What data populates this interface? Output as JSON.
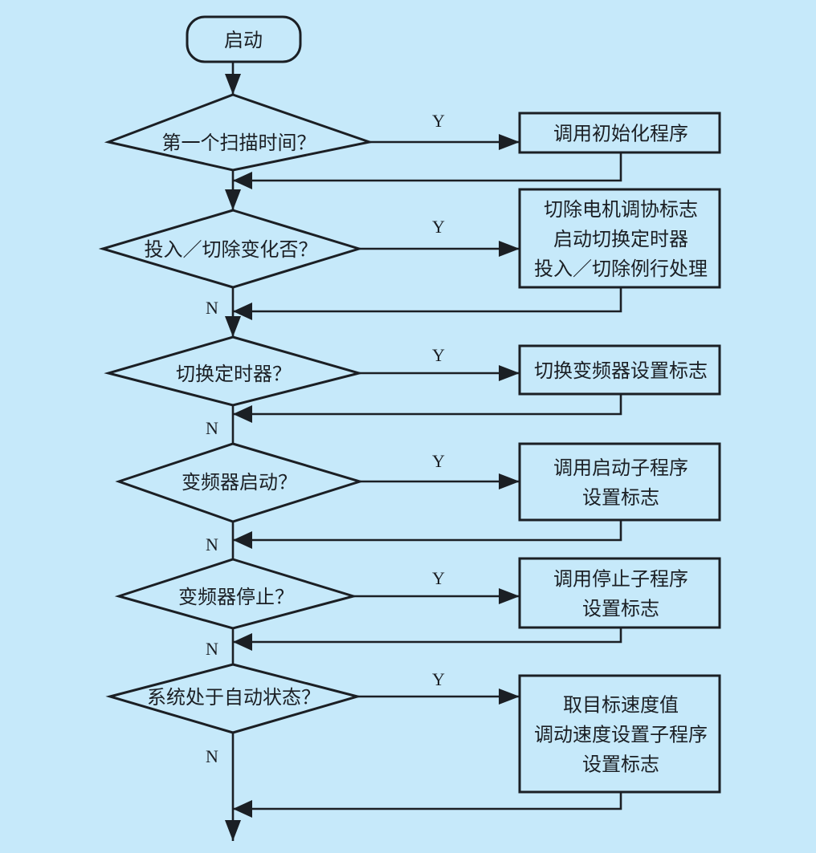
{
  "colors": {
    "background": "#c6e9fa",
    "stroke": "#1b1f24",
    "text": "#1b1f24"
  },
  "start": {
    "label": "启动"
  },
  "yes_label": "Y",
  "no_label": "N",
  "steps": [
    {
      "decision": "第一个扫描时间？",
      "action_lines": [
        "调用初始化程序"
      ],
      "yes": "Y",
      "no": ""
    },
    {
      "decision": "投入／切除变化否？",
      "action_lines": [
        "切除电机调协标志",
        "启动切换定时器",
        "投入／切除例行处理"
      ],
      "yes": "Y",
      "no": "N"
    },
    {
      "decision": "切换定时器？",
      "action_lines": [
        "切换变频器设置标志"
      ],
      "yes": "Y",
      "no": "N"
    },
    {
      "decision": "变频器启动？",
      "action_lines": [
        "调用启动子程序",
        "设置标志"
      ],
      "yes": "Y",
      "no": "N"
    },
    {
      "decision": "变频器停止？",
      "action_lines": [
        "调用停止子程序",
        "设置标志"
      ],
      "yes": "Y",
      "no": "N"
    },
    {
      "decision": "系统处于自动状态？",
      "action_lines": [
        "取目标速度值",
        "调动速度设置子程序",
        "设置标志"
      ],
      "yes": "Y",
      "no": "N"
    }
  ]
}
